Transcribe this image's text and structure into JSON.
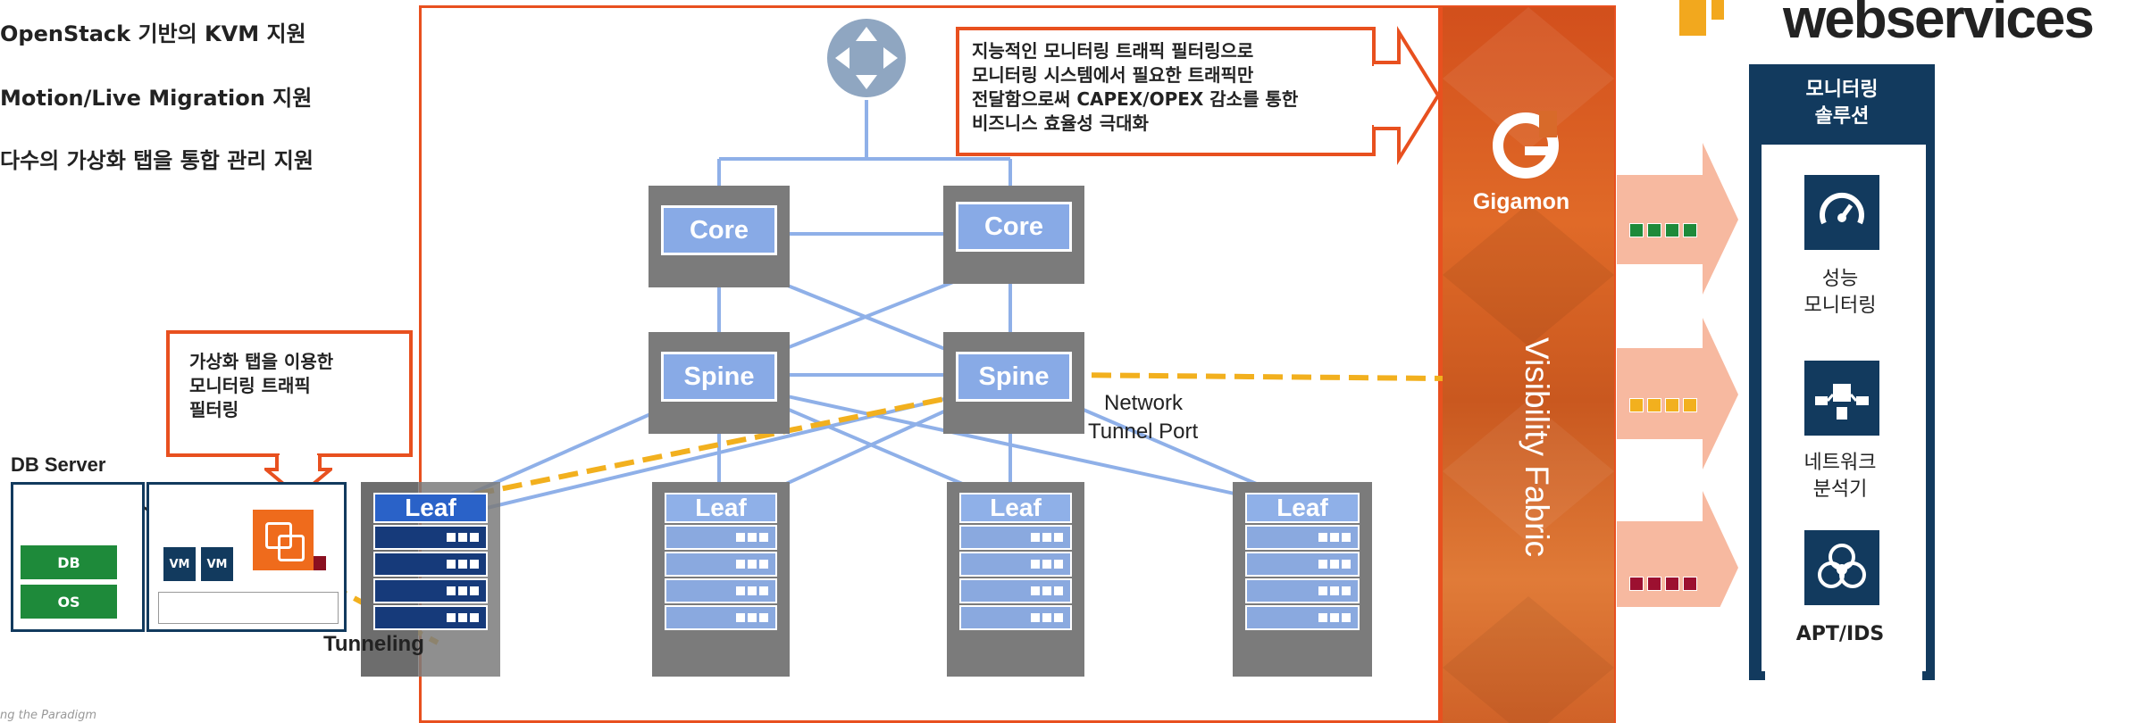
{
  "bullets": [
    "OpenStack 기반의 KVM 지원",
    "Motion/Live Migration 지원",
    "다수의 가상화 탭을 통합 관리 지원"
  ],
  "footer_tagline": "ng the Paradigm",
  "aws_text": "webservices",
  "top_callout": {
    "lines": [
      "지능적인 모니터링 트래픽 필터링으로",
      "모니터링 시스템에서 필요한 트래픽만",
      "전달함으로써 CAPEX/OPEX 감소를 통한",
      "비즈니스 효율성 극대화"
    ]
  },
  "tap_callout": {
    "lines": [
      "가상화 탭을 이용한",
      "모니터링 트래픽",
      "필터링"
    ]
  },
  "db_server": {
    "title": "DB Server",
    "db": "DB",
    "os": "OS",
    "vm": "VM"
  },
  "tunneling_label": "Tunneling",
  "network": {
    "core": "Core",
    "spine": "Spine",
    "leaf": "Leaf",
    "tunnel_port": [
      "Network",
      "Tunnel Port"
    ]
  },
  "fabric": {
    "brand": "Gigamon",
    "title": "Visibility Fabric"
  },
  "solutions": {
    "header": [
      "모니터링",
      "솔루션"
    ],
    "tools": [
      {
        "icon": "speedometer-icon",
        "label": [
          "성능",
          "모니터링"
        ]
      },
      {
        "icon": "network-analyzer-icon",
        "label": [
          "네트워크",
          "분석기"
        ]
      },
      {
        "icon": "biohazard-icon",
        "label": [
          "APT/IDS"
        ]
      }
    ]
  },
  "colors": {
    "accent_orange": "#e8501f",
    "fabric_orange": "#e06a28",
    "link_blue": "#8fb0e8",
    "navy": "#123a5e",
    "stream_green": "#1e8a3a",
    "stream_yellow": "#f2b01e",
    "stream_red": "#9c1030",
    "tunnel_yellow": "#f2b01e"
  }
}
